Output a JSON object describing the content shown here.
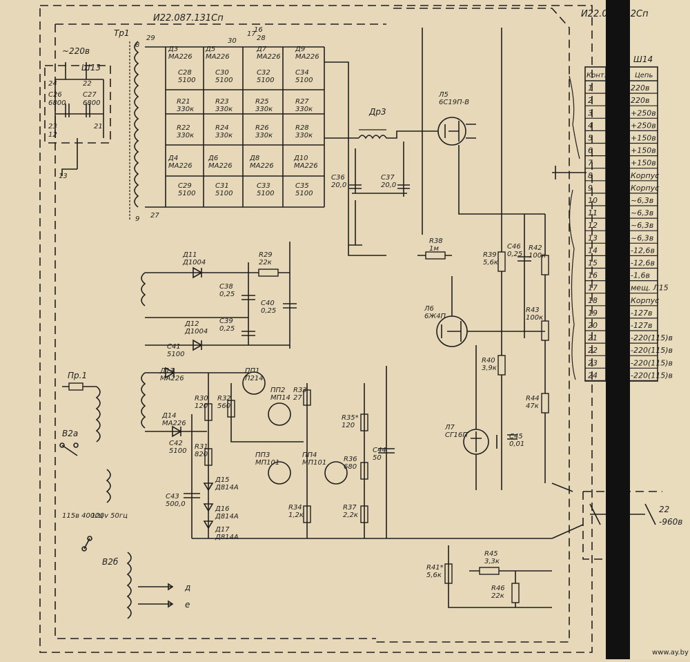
{
  "title_left": "И22.087.131Сп",
  "title_right": "И22.08 .132Сп",
  "watermark": "www.ay.by",
  "transformer": "Тр1",
  "choke": "Др3",
  "connector_block": "Ш13",
  "connector_ext": "Ш14",
  "mains_label": "~220в",
  "switch_b2a": "В2а",
  "switch_b2b": "В2б",
  "fuse": "Пр.1",
  "freq_left": "115в 400гц",
  "freq_right": "120v 50гц",
  "output_label": "22\n-960в",
  "table_header": [
    "Конт.",
    "Цепь"
  ],
  "table_rows": [
    {
      "n": "1",
      "c": "220в"
    },
    {
      "n": "2",
      "c": "220в"
    },
    {
      "n": "3",
      "c": "+250в"
    },
    {
      "n": "4",
      "c": "+250в"
    },
    {
      "n": "5",
      "c": "+150в"
    },
    {
      "n": "6",
      "c": "+150в"
    },
    {
      "n": "7",
      "c": "+150в"
    },
    {
      "n": "8",
      "c": "Корпус"
    },
    {
      "n": "9",
      "c": "Корпус"
    },
    {
      "n": "10",
      "c": "~6,3в"
    },
    {
      "n": "11",
      "c": "~6,3в"
    },
    {
      "n": "12",
      "c": "~6,3в"
    },
    {
      "n": "13",
      "c": "~6,3в"
    },
    {
      "n": "14",
      "c": "-12,6в"
    },
    {
      "n": "15",
      "c": "-12,6в"
    },
    {
      "n": "16",
      "c": "-1,6в"
    },
    {
      "n": "17",
      "c": "мещ. Л15"
    },
    {
      "n": "18",
      "c": "Корпус"
    },
    {
      "n": "19",
      "c": "-127в"
    },
    {
      "n": "20",
      "c": "-127в"
    },
    {
      "n": "21",
      "c": "-220(115)в"
    },
    {
      "n": "22",
      "c": "-220(115)в"
    },
    {
      "n": "23",
      "c": "-220(115)в"
    },
    {
      "n": "24",
      "c": "-220(115)в"
    }
  ],
  "components": {
    "d3": "Д3\nМА226",
    "d5": "Д5\nМА226",
    "d7": "Д7\nМА226",
    "d9": "Д9\nМА226",
    "c28": "С28\n5100",
    "c30": "С30\n5100",
    "c32": "С32\n5100",
    "c34": "С34\n5100",
    "r21": "R21\n330к",
    "r23": "R23\n330к",
    "r25": "R25\n330к",
    "r27": "R27\n330к",
    "r22": "R22\n330к",
    "r24": "R24\n330к",
    "r26": "R26\n330к",
    "r28": "R28\n330к",
    "d4": "Д4\nМА226",
    "d6": "Д6\nМА226",
    "d8": "Д8\nМА226",
    "d10": "Д10\nМА226",
    "c29": "С29\n5100",
    "c31": "С31\n5100",
    "c33": "С33\n5100",
    "c35": "С35\n5100",
    "c36": "С36\n20,0",
    "c37": "С37\n20,0",
    "l5": "Л5\n6С19П-В",
    "l6": "Л6\n6Ж4П",
    "l7": "Л7\nСГ16П",
    "r38": "R38\n1м",
    "r39": "R39\n5,6к",
    "c46": "С46\n0,25",
    "r42": "R42\n100к",
    "r43": "R43\n100к",
    "r40": "R40\n3,9к",
    "r44": "R44\n47к",
    "c45": "С45\n0,01",
    "d11": "Д11\nД1004",
    "d12": "Д12\nД1004",
    "r29": "R29\n22к",
    "c38": "С38\n0,25",
    "c39": "С39\n0,25",
    "c40": "С40\n0,25",
    "c41": "С41\n5100",
    "d13": "Д13\nМА226",
    "d14": "Д14\nМА226",
    "c42": "С42\n5100",
    "pp1": "ПП1\nП214",
    "pp2": "ПП2\nМП14",
    "pp3": "ПП3\nМП101",
    "pp4": "ПП4\nМП101",
    "r30": "R30\n120",
    "r32": "R32\n560",
    "r33": "R33\n27",
    "r31": "R31\n820",
    "r35": "R35*\n120",
    "r36": "R36\n680",
    "r34": "R34\n1,2к",
    "r37": "R37\n2,2к",
    "c43": "С43\n500,0",
    "c44": "С44\n50",
    "d15": "Д15\nД814А",
    "d16": "Д16\nД814А",
    "d17": "Д17\nД814А",
    "r41": "R41*\n5,6к",
    "r45": "R45\n3,3к",
    "r46": "R46\n22к"
  },
  "pin_labels": [
    "д",
    "е",
    "д",
    "е"
  ]
}
